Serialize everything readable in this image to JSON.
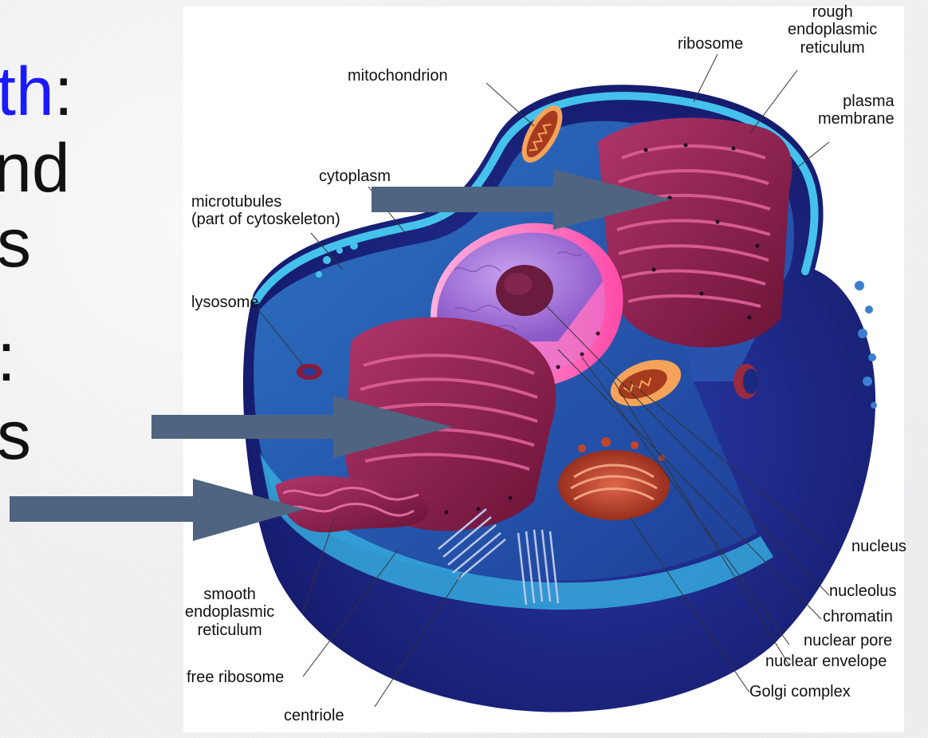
{
  "slide": {
    "line1_part_accent": "th",
    "line1_colon": ":",
    "line2": "nd",
    "line3": "s",
    "line4": ":",
    "line5": "s"
  },
  "diagram": {
    "labels": {
      "rough_er": "rough\nendoplasmic\nreticulum",
      "ribosome": "ribosome",
      "mitochondrion": "mitochondrion",
      "plasma_membrane": "plasma\nmembrane",
      "cytoplasm": "cytoplasm",
      "microtubules": "microtubules\n(part of cytoskeleton)",
      "lysosome": "lysosome",
      "nucleus": "nucleus",
      "nucleolus": "nucleolus",
      "chromatin": "chromatin",
      "nuclear_pore": "nuclear pore",
      "nuclear_envelope": "nuclear envelope",
      "golgi_complex": "Golgi complex",
      "smooth_er": "smooth\nendoplasmic\nreticulum",
      "free_ribosome": "free ribosome",
      "centriole": "centriole"
    }
  },
  "colors": {
    "accent_text": "#1a1aff",
    "arrow": "#4f6480",
    "cell_outer": "#1f2a8c",
    "cytosol": "#2b62b8",
    "membrane": "#39b0df",
    "er": "#8e1f4d",
    "nucleus": "#9a6fd0",
    "nuclear_envelope": "#ff6fc0",
    "golgi": "#c2452b",
    "mitochondria": "#f39a4a"
  }
}
